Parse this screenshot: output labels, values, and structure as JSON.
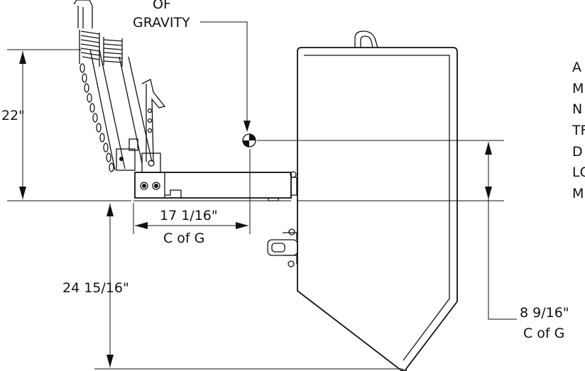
{
  "labels": {
    "cog_line1": "OF",
    "cog_line2": "GRAVITY",
    "height_22": "22\"",
    "cog_horizontal_value": "17 1/16\"",
    "cog_horizontal_caption": "C of G",
    "height_24": "24 15/16\"",
    "cog_vertical_value": "8 9/16\"",
    "cog_vertical_caption": "C of G"
  },
  "side_note_letters": [
    "A",
    "M",
    "N",
    "TF",
    "D",
    "LC",
    "M"
  ]
}
